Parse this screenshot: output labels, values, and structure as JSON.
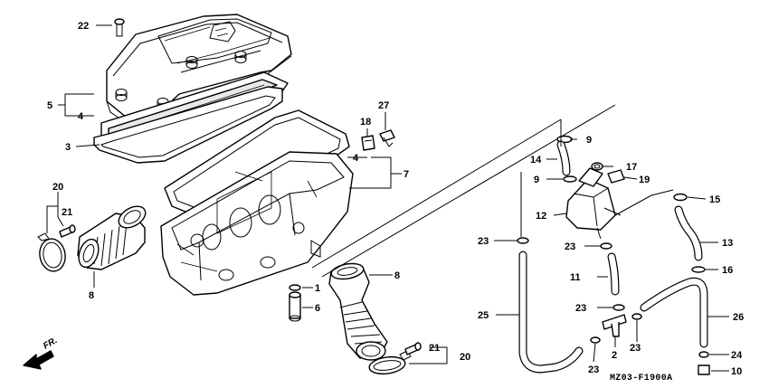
{
  "parts": {
    "p1": "1",
    "p2": "2",
    "p3": "3",
    "p4a": "4",
    "p4b": "4",
    "p5": "5",
    "p6": "6",
    "p7": "7",
    "p8a": "8",
    "p8b": "8",
    "p9a": "9",
    "p9b": "9",
    "p10": "10",
    "p11": "11",
    "p12": "12",
    "p13": "13",
    "p14": "14",
    "p15": "15",
    "p16": "16",
    "p17": "17",
    "p18": "18",
    "p19": "19",
    "p20a": "20",
    "p20b": "20",
    "p21a": "21",
    "p21b": "21",
    "p22": "22",
    "p23a": "23",
    "p23b": "23",
    "p23c": "23",
    "p23d": "23",
    "p23e": "23",
    "p24": "24",
    "p25": "25",
    "p26": "26",
    "p27": "27"
  },
  "direction_label": "FR.",
  "diagram_code": "MZ03-F1900A"
}
